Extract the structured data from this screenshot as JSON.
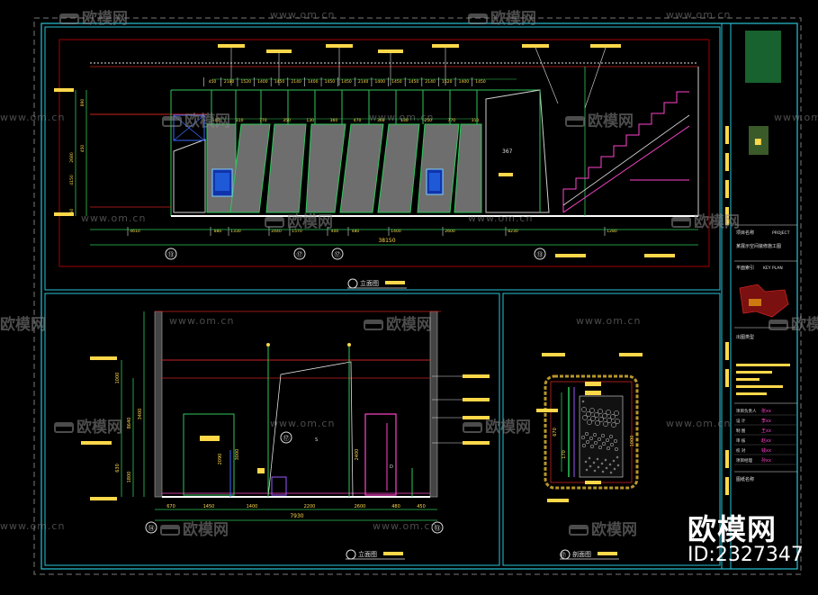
{
  "watermark": {
    "url": "www.om.cn",
    "logo": "欧模网",
    "big_logo": "欧模网",
    "id": "ID:2327347"
  },
  "drawing": {
    "top_elevation": {
      "top_dims": [
        "450",
        "2180",
        "1520",
        "1400",
        "1450",
        "2140",
        "1400",
        "1450",
        "1450",
        "2140",
        "1400",
        "1450",
        "1450",
        "2140",
        "1520",
        "1400",
        "1450"
      ],
      "row_dims": [
        "100",
        "310",
        "770",
        "350",
        "130",
        "360",
        "470",
        "360",
        "130",
        "250",
        "770",
        "310"
      ],
      "left_dims": [
        "890",
        "450",
        "2680",
        "4150",
        "150"
      ],
      "bottom_dims": [
        "4610",
        "880",
        "1330",
        "2440",
        "1570",
        "400",
        "480",
        "1400",
        "2600",
        "8230",
        "1280"
      ],
      "total": "38150",
      "bubbles": [
        "⑬",
        "⑰",
        "⑰",
        "⑬"
      ],
      "marker": "367",
      "title": "立面图"
    },
    "mid_elevation": {
      "bottom_dims": [
        "670",
        "1450",
        "1400",
        "2200",
        "2600",
        "480",
        "450"
      ],
      "total": "7930",
      "left_dims": [
        "1000",
        "8640",
        "3400",
        "630",
        "1800"
      ],
      "door_dims": [
        "2090",
        "3000",
        "2400"
      ],
      "labels": [
        "S",
        "D"
      ],
      "bubble_left": "⑭",
      "bubble_right": "⑬",
      "bubble_mid": "⑰",
      "title": "立面图"
    },
    "section": {
      "dims": [
        "670",
        "170",
        "1000"
      ],
      "bubble": "⑰",
      "title": "剖面图"
    },
    "title_block": {
      "project_label": "项目名称",
      "project_en": "PROJECT",
      "project_name": "某展示空间装修施工图",
      "key_plan_label": "平面索引",
      "key_plan_en": "KEY PLAN",
      "drawing_name_label": "出图类型",
      "row_labels": [
        "项目负责人",
        "设 计",
        "制 图",
        "审 核",
        "校 对",
        "项目经理"
      ],
      "signatures": [
        "张xx",
        "李xx",
        "王xx",
        "赵xx",
        "钱xx",
        "孙xx"
      ],
      "drawing_no_label": "图纸名称"
    }
  }
}
